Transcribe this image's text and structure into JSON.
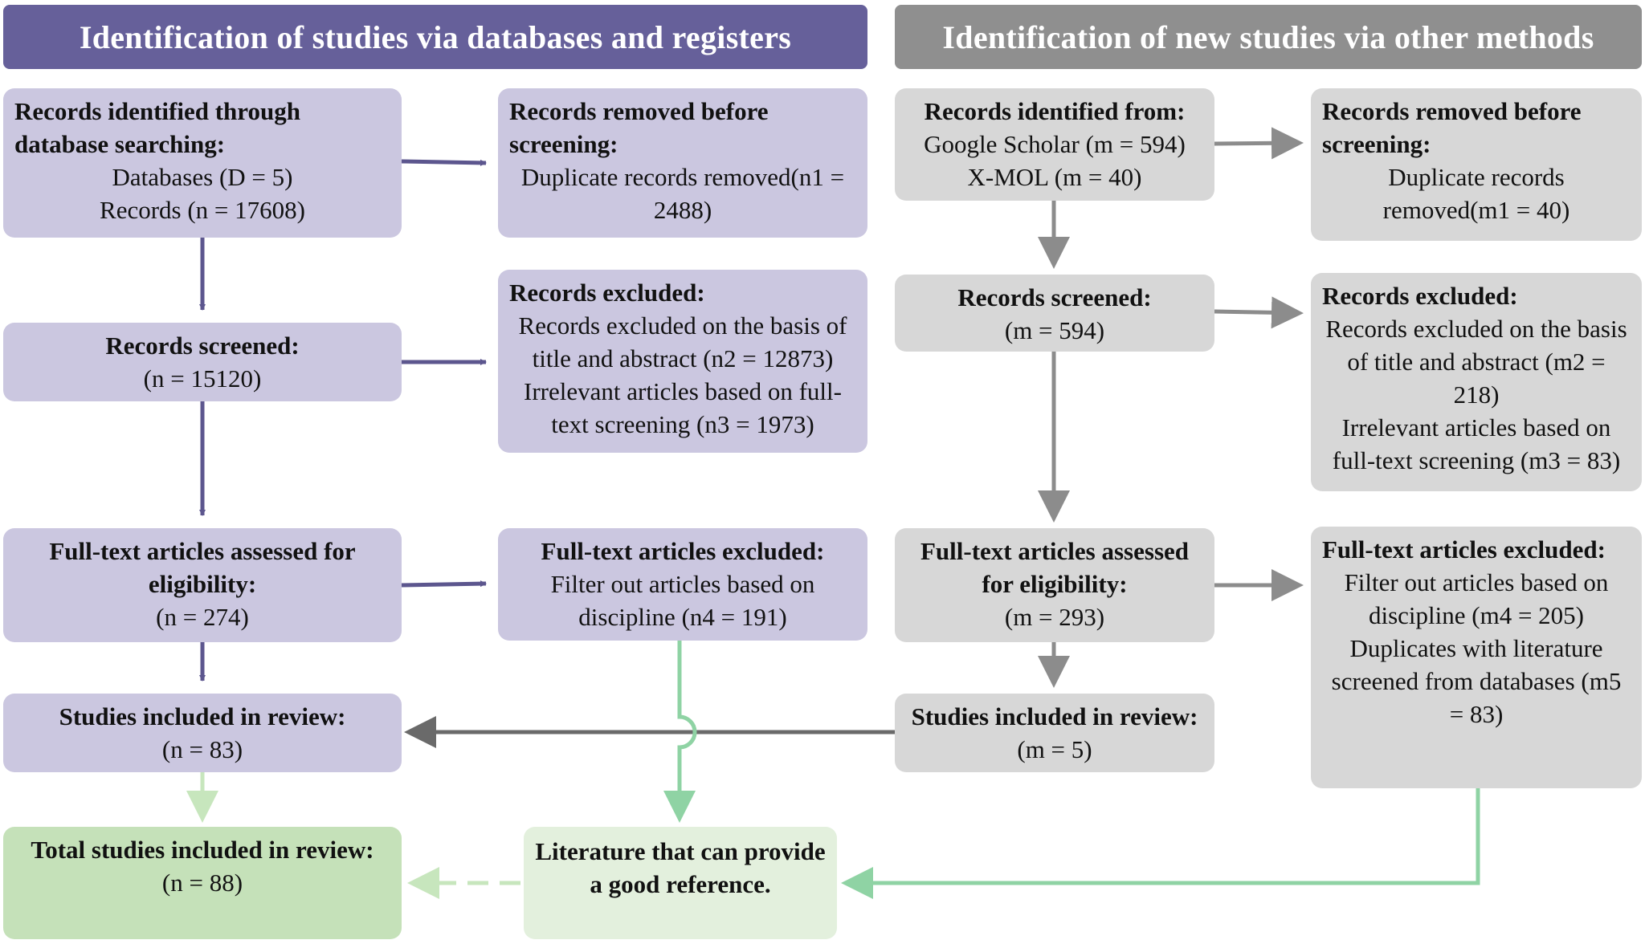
{
  "headers": {
    "left": "Identification of studies via databases and registers",
    "right": "Identification of new studies via other methods"
  },
  "db": {
    "identified": {
      "title": "Records identified through database searching:",
      "line1": "Databases (D = 5)",
      "line2": "Records (n = 17608)"
    },
    "removed": {
      "title": "Records removed before screening:",
      "text": "Duplicate records removed(n1 = 2488)"
    },
    "screened": {
      "title": "Records screened:",
      "value": "(n = 15120)"
    },
    "excluded": {
      "title": "Records excluded:",
      "line1": "Records excluded on the basis of title and abstract (n2 = 12873)",
      "line2": "Irrelevant articles based on full-text screening (n3 = 1973)"
    },
    "fulltext": {
      "title": "Full-text articles assessed for eligibility:",
      "value": "(n = 274)"
    },
    "ft_excluded": {
      "title": "Full-text articles excluded:",
      "text": "Filter out articles based on discipline (n4 = 191)"
    },
    "included": {
      "title": "Studies included in review:",
      "value": "(n = 83)"
    },
    "total": {
      "title": "Total studies included in review:",
      "value": "(n = 88)"
    },
    "literature": "Literature that can provide a good reference."
  },
  "other": {
    "identified": {
      "title": "Records identified from:",
      "line1": "Google Scholar (m = 594)",
      "line2": "X-MOL (m = 40)"
    },
    "removed": {
      "title": "Records removed before screening:",
      "text": "Duplicate records removed(m1 = 40)"
    },
    "screened": {
      "title": "Records screened:",
      "value": "(m = 594)"
    },
    "excluded": {
      "title": "Records excluded:",
      "line1": "Records excluded on the basis of title and abstract (m2 = 218)",
      "line2": "Irrelevant articles based on full-text screening (m3 = 83)"
    },
    "fulltext": {
      "title": "Full-text articles assessed for eligibility:",
      "value": "(m = 293)"
    },
    "ft_excluded": {
      "title": "Full-text articles excluded:",
      "line1": "Filter out articles based on discipline (m4 = 205)",
      "line2": "Duplicates with literature screened from databases (m5 = 83)"
    },
    "included": {
      "title": "Studies included in review:",
      "value": "(m = 5)"
    }
  },
  "colors": {
    "purple_arrow": "#5c568e",
    "gray_arrow": "#8c8c8c",
    "dark_gray_arrow": "#6a6a6a",
    "green_arrow": "#8fd3a4",
    "light_green_arrow": "#c7e6bd"
  }
}
